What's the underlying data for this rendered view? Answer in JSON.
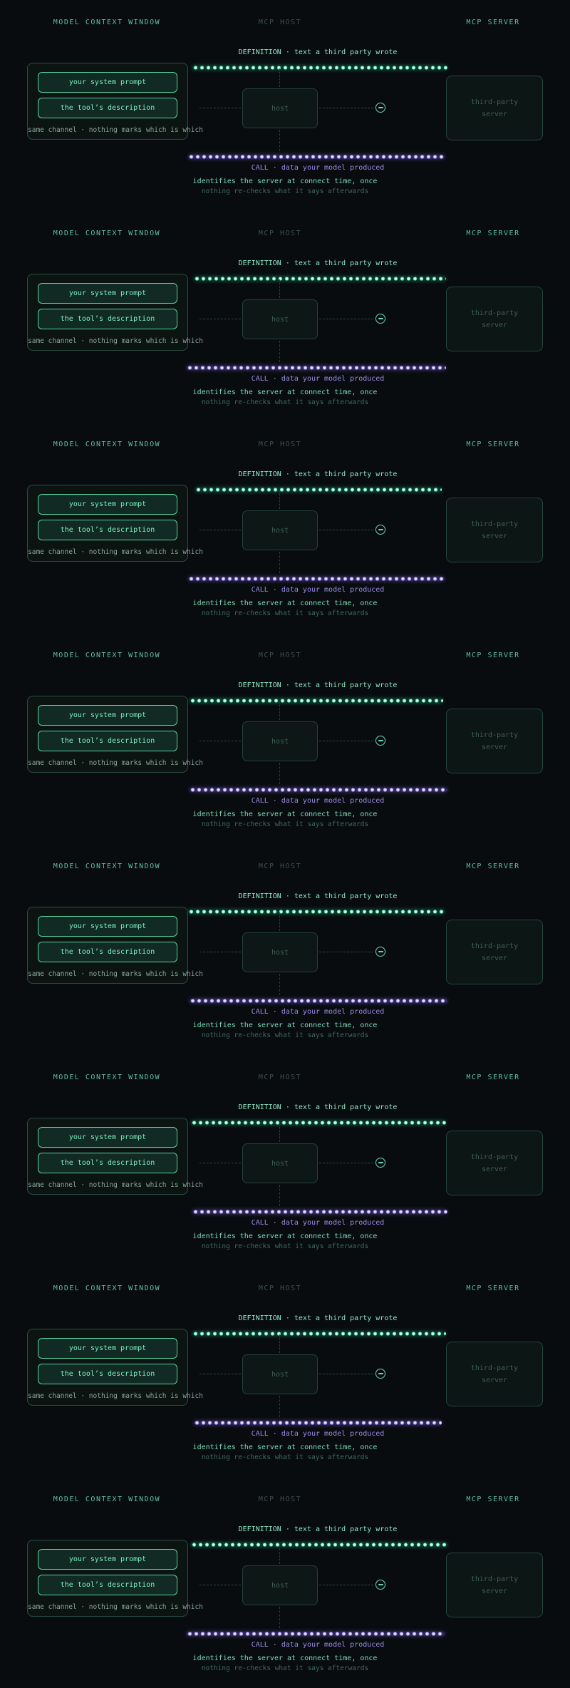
{
  "columns": {
    "model": "MODEL CONTEXT WINDOW",
    "host": "MCP HOST",
    "server": "MCP SERVER"
  },
  "model_window": {
    "system_prompt": "your system prompt",
    "tool_description": "the tool’s description",
    "caption": "same channel · nothing marks which is which"
  },
  "host": {
    "label": "host"
  },
  "server": {
    "line1": "third-party",
    "line2": "server"
  },
  "definition_label": "DEFINITION · text a third party wrote",
  "call_label": "CALL · data your model produced",
  "note_primary": "identifies the server at connect time, once",
  "note_secondary": "nothing re-checks what it says afterwards",
  "colors": {
    "definition_stream": "#34c98f",
    "call_stream": "#8f7ae0",
    "background": "#080c0f"
  },
  "icons": {
    "connector": "connection-check-icon"
  },
  "frames": 8
}
